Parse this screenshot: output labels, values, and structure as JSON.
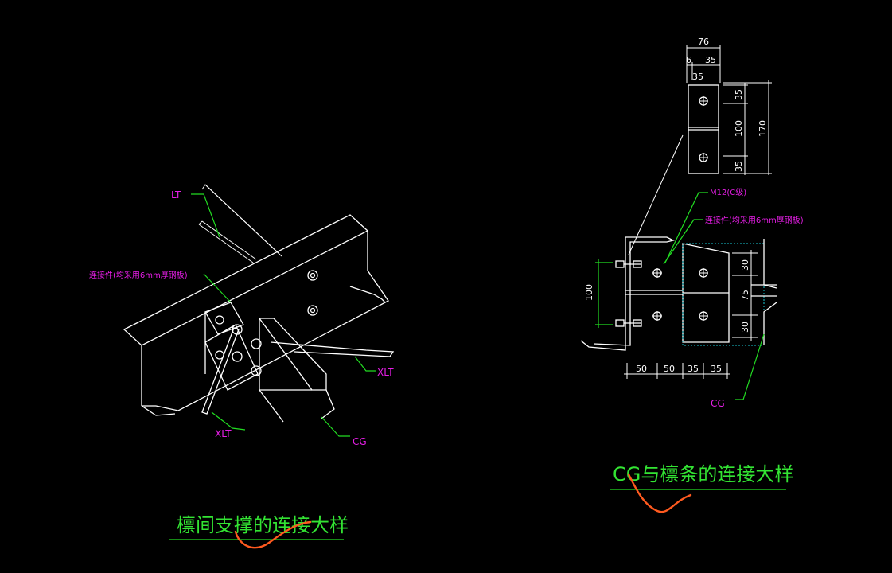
{
  "left_detail": {
    "title": "檩间支撑的连接大样",
    "labels": {
      "lt": "LT",
      "connector": "连接件(均采用6mm厚钢板)",
      "xlt_right": "XLT",
      "xlt_bottom": "XLT",
      "cg": "CG"
    }
  },
  "right_detail": {
    "title": "CG与檩条的连接大样",
    "labels": {
      "bolt": "M12(C级)",
      "connector": "连接件(均采用6mm厚钢板)",
      "cg": "CG"
    },
    "plate_dims": {
      "top_total": "76",
      "top_a": "6",
      "top_b": "35",
      "top_c": "35",
      "side_1": "35",
      "side_2": "100",
      "side_3": "35",
      "side_total": "170"
    },
    "elevation_dims": {
      "left_height": "100",
      "right_1": "30",
      "right_2": "75",
      "right_3": "30",
      "bottom": [
        "50",
        "50",
        "35",
        "35"
      ]
    }
  },
  "colors": {
    "background": "#000000",
    "lines": "#ffffff",
    "labels": "#e61ee6",
    "titles": "#33e433",
    "leaders": "#22dd22",
    "markup": "#ff5a1f",
    "hidden": "#19c9d4"
  }
}
